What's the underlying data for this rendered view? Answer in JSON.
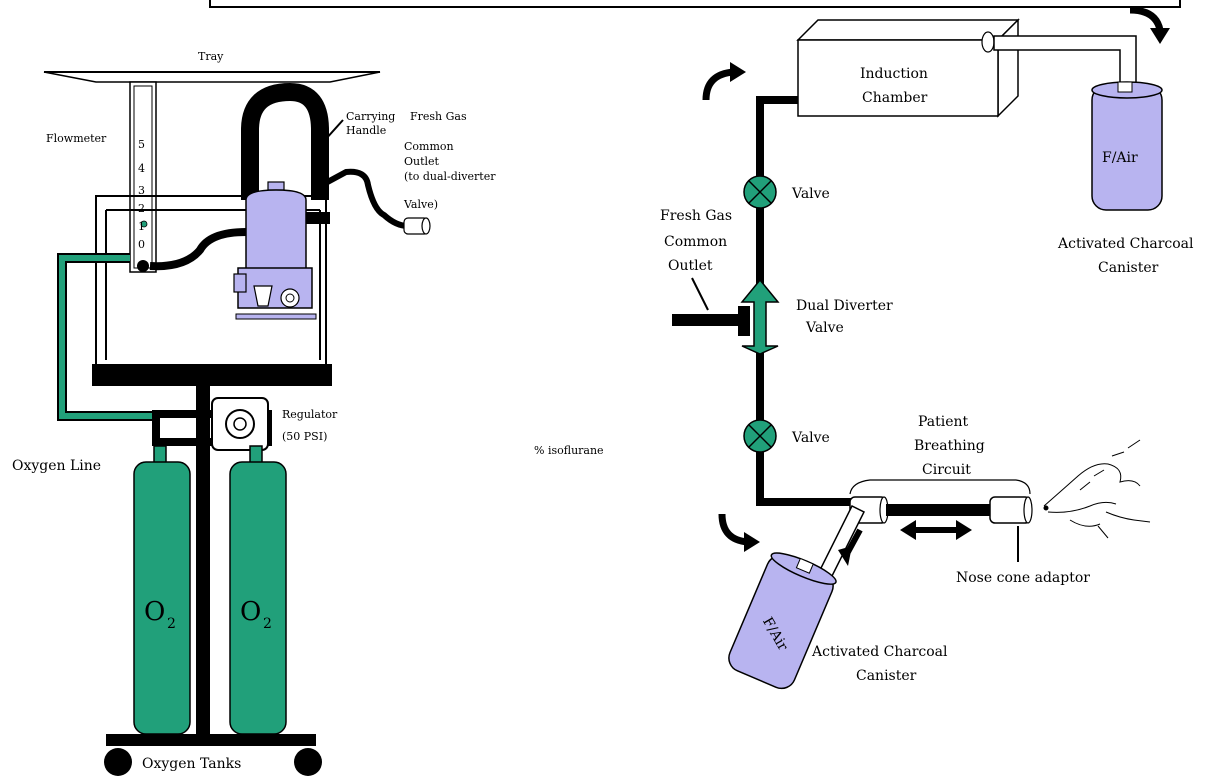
{
  "labels": {
    "tray": "Tray",
    "flowmeter": "Flowmeter",
    "carrying_handle_line1": "Carrying",
    "carrying_handle_line2": "Handle",
    "fgo_left_line1": "Fresh Gas",
    "fgo_left_line2": "Common",
    "fgo_left_line3": "Outlet",
    "fgo_left_line4": "(to dual-diverter",
    "fgo_left_line5": "Valve)",
    "regulator_line1": "Regulator",
    "regulator_line2": "(50 PSI)",
    "oxygen_line": "Oxygen Line",
    "oxygen_tanks": "Oxygen Tanks",
    "o2_left": "O",
    "o2_left_sub": "2",
    "o2_right": "O",
    "o2_right_sub": "2",
    "isoflurane": "% isoflurane",
    "induction_chamber_line1": "Induction",
    "induction_chamber_line2": "Chamber",
    "valve_top": "Valve",
    "valve_bottom": "Valve",
    "fgo_right_line1": "Fresh Gas",
    "fgo_right_line2": "Common",
    "fgo_right_line3": "Outlet",
    "dual_diverter_line1": "Dual Diverter",
    "dual_diverter_line2": "Valve",
    "fair_top": "F/Air",
    "fair_bottom": "F/Air",
    "charcoal_top_line1": "Activated Charcoal",
    "charcoal_top_line2": "Canister",
    "charcoal_bottom_line1": "Activated Charcoal",
    "charcoal_bottom_line2": "Canister",
    "patient_line1": "Patient",
    "patient_line2": "Breathing",
    "patient_line3": "Circuit",
    "nose_cone": "Nose cone adaptor",
    "flowmeter_scale": [
      "5",
      "4",
      "3",
      "2",
      "1",
      "0"
    ]
  },
  "colors": {
    "oxygen_green": "#21a07a",
    "canister_purple": "#b8b4f0",
    "vaporizer_purple": "#b8b4f0"
  }
}
